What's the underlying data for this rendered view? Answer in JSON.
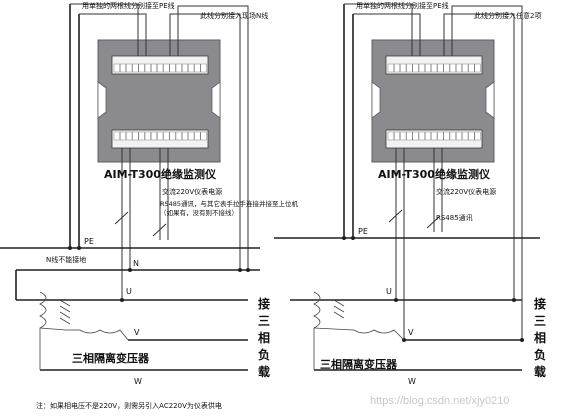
{
  "panels": [
    {
      "top_label_pe": "用单独的两根线分别接至PE线",
      "top_label_n": "此线分别接入现场N线",
      "device_model": "AIM-T300绝缘监测仪",
      "power_label": "交流220V仪表电源",
      "comm_label": "RS485通讯，与其它表手拉手连接并接至上位机（如果有，没有则不接线）",
      "pe_label": "PE",
      "n_note": "N线不能接地",
      "n_label": "N",
      "u_label": "U",
      "v_label": "V",
      "w_label": "W",
      "transformer_label": "三相隔离变压器",
      "load_label": "接三相负载"
    },
    {
      "top_label_pe": "用单独的两根线分别接至PE线",
      "top_label_n": "此线分别接入任意2项",
      "device_model": "AIM-T300绝缘监测仪",
      "power_label": "交流220V仪表电源",
      "comm_label": "RS485通讯",
      "pe_label": "PE",
      "u_label": "U",
      "v_label": "V",
      "w_label": "W",
      "transformer_label": "三相隔离变压器",
      "load_label": "接三相负载"
    }
  ],
  "footnote": "注：如果相电压不是220V，则需另引入AC220V为仪表供电",
  "watermark": "https://blog.csdn.net/xjy0210"
}
